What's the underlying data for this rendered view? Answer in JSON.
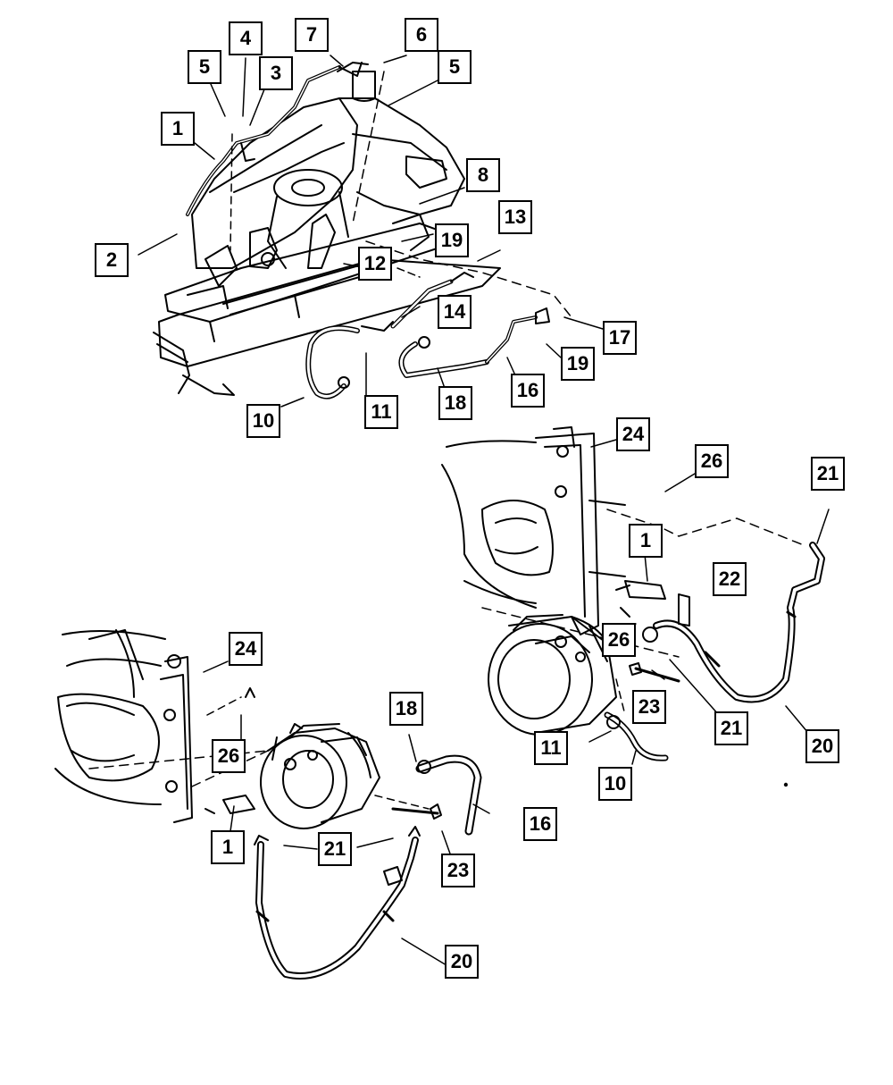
{
  "diagram": {
    "ink_color": "#000000",
    "background_color": "#ffffff",
    "callouts": [
      {
        "id": "c-1-top",
        "label": "1"
      },
      {
        "id": "c-2",
        "label": "2"
      },
      {
        "id": "c-3",
        "label": "3"
      },
      {
        "id": "c-4",
        "label": "4"
      },
      {
        "id": "c-5-left",
        "label": "5"
      },
      {
        "id": "c-5-right",
        "label": "5"
      },
      {
        "id": "c-6",
        "label": "6"
      },
      {
        "id": "c-7",
        "label": "7"
      },
      {
        "id": "c-8",
        "label": "8"
      },
      {
        "id": "c-19-top",
        "label": "19"
      },
      {
        "id": "c-12",
        "label": "12"
      },
      {
        "id": "c-13",
        "label": "13"
      },
      {
        "id": "c-14",
        "label": "14"
      },
      {
        "id": "c-17",
        "label": "17"
      },
      {
        "id": "c-19-mid",
        "label": "19"
      },
      {
        "id": "c-10-top",
        "label": "10"
      },
      {
        "id": "c-11-top",
        "label": "11"
      },
      {
        "id": "c-18-top",
        "label": "18"
      },
      {
        "id": "c-16-top",
        "label": "16"
      },
      {
        "id": "c-24-right",
        "label": "24"
      },
      {
        "id": "c-26-right-top",
        "label": "26"
      },
      {
        "id": "c-21-right-top",
        "label": "21"
      },
      {
        "id": "c-1-right",
        "label": "1"
      },
      {
        "id": "c-22",
        "label": "22"
      },
      {
        "id": "c-26-right-mid",
        "label": "26"
      },
      {
        "id": "c-23-right",
        "label": "23"
      },
      {
        "id": "c-21-right-mid",
        "label": "21"
      },
      {
        "id": "c-20-right",
        "label": "20"
      },
      {
        "id": "c-11-right",
        "label": "11"
      },
      {
        "id": "c-10-right",
        "label": "10"
      },
      {
        "id": "c-24-left",
        "label": "24"
      },
      {
        "id": "c-26-left",
        "label": "26"
      },
      {
        "id": "c-18-bottom",
        "label": "18"
      },
      {
        "id": "c-16-bottom",
        "label": "16"
      },
      {
        "id": "c-1-left",
        "label": "1"
      },
      {
        "id": "c-21-bottom",
        "label": "21"
      },
      {
        "id": "c-23-bottom",
        "label": "23"
      },
      {
        "id": "c-20-bottom",
        "label": "20"
      }
    ]
  }
}
